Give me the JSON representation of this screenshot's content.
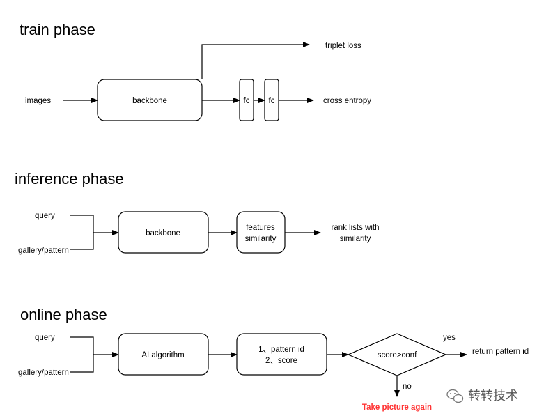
{
  "train": {
    "heading": "train phase",
    "input": "images",
    "backbone": "backbone",
    "fc1": "fc",
    "fc2": "fc",
    "out_top": "triplet loss",
    "out_main": "cross entropy"
  },
  "inference": {
    "heading": "inference phase",
    "in1": "query",
    "in2": "gallery/pattern",
    "backbone": "backbone",
    "box2_line1": "features",
    "box2_line2": "similarity",
    "out_line1": "rank lists with",
    "out_line2": "similarity"
  },
  "online": {
    "heading": "online phase",
    "in1": "query",
    "in2": "gallery/pattern",
    "algo": "AI algorithm",
    "box2_line1": "1、pattern id",
    "box2_line2": "2、score",
    "decision": "score>conf",
    "yes": "yes",
    "no": "no",
    "out_yes": "return pattern id",
    "out_no": "Take picture again"
  },
  "watermark": {
    "text": "转转技术",
    "icon": "wechat-icon"
  },
  "colors": {
    "line": "#000000",
    "highlight": "#ff3333"
  }
}
